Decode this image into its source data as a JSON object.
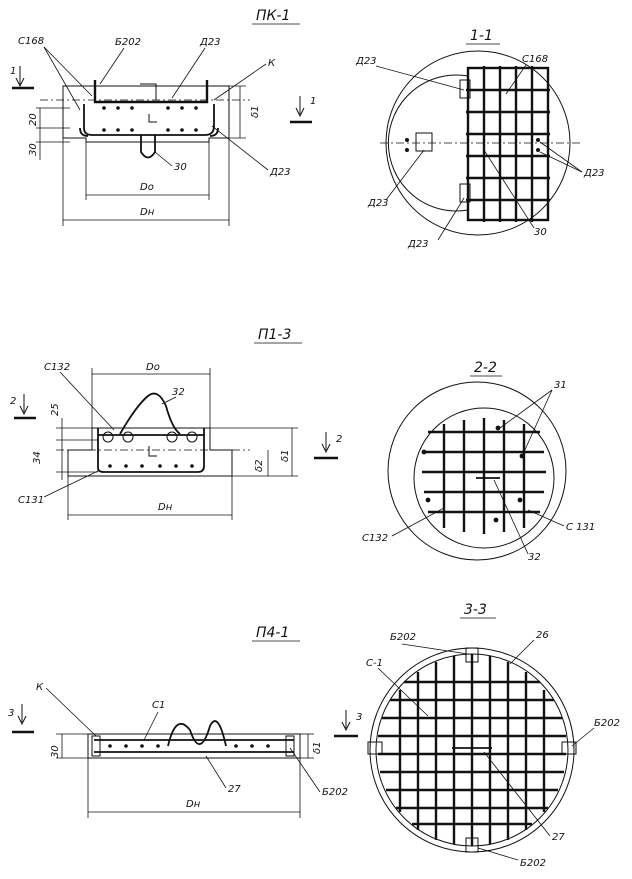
{
  "views": {
    "pk1": {
      "title": "ПК-1",
      "labels": {
        "c168": "С168",
        "b202": "Б202",
        "d23_top": "Д23",
        "k": "К",
        "d23_right": "Д23",
        "n30": "30",
        "do": "Dо",
        "dn": "Dн",
        "delta1": "δ1",
        "dim20": "20",
        "dim30": "30",
        "cut_left": "1",
        "cut_right": "1"
      }
    },
    "s11": {
      "title": "1-1",
      "labels": {
        "d23_tl": "Д23",
        "c168": "С168",
        "d23_right": "Д23",
        "d23_left": "Д23",
        "d23_bottom": "Д23",
        "n30": "30"
      }
    },
    "p13": {
      "title": "П1-3",
      "labels": {
        "c132": "С132",
        "do": "Dо",
        "n32": "32",
        "dim25": "25",
        "dim34": "34",
        "c131": "С131",
        "dn": "Dн",
        "delta2": "δ2",
        "delta1": "δ1",
        "cut_left": "2",
        "cut_right": "2"
      }
    },
    "s22": {
      "title": "2-2",
      "labels": {
        "n31": "31",
        "c132": "С132",
        "n32": "32",
        "c131": "С 131"
      }
    },
    "p41": {
      "title": "П4-1",
      "labels": {
        "k": "К",
        "c1": "С1",
        "dim30": "30",
        "n27": "27",
        "b202": "Б202",
        "dn": "Dн",
        "delta1": "δ1",
        "cut_left": "3",
        "cut_right": "3"
      }
    },
    "s33": {
      "title": "3-3",
      "labels": {
        "b202_top": "Б202",
        "n26": "26",
        "c1": "С-1",
        "b202_right": "Б202",
        "n27": "27",
        "b202_bottom": "Б202"
      }
    }
  }
}
